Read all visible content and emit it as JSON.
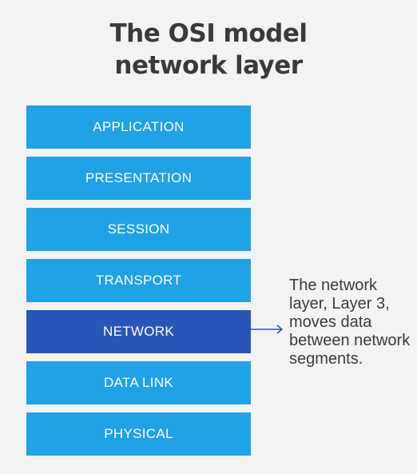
{
  "title": {
    "line1": "The OSI model",
    "line2": "network layer"
  },
  "layers": [
    {
      "label": "APPLICATION",
      "highlighted": false
    },
    {
      "label": "PRESENTATION",
      "highlighted": false
    },
    {
      "label": "SESSION",
      "highlighted": false
    },
    {
      "label": "TRANSPORT",
      "highlighted": false
    },
    {
      "label": "NETWORK",
      "highlighted": true
    },
    {
      "label": "DATA LINK",
      "highlighted": false
    },
    {
      "label": "PHYSICAL",
      "highlighted": false
    }
  ],
  "callout": {
    "text": "The network layer, Layer 3, moves data between network segments."
  },
  "colors": {
    "layer": "#1fa2e6",
    "highlight": "#2856b8",
    "arrow": "#2856b8",
    "text": "#3a3a3a",
    "background": "#f3f3f3"
  }
}
